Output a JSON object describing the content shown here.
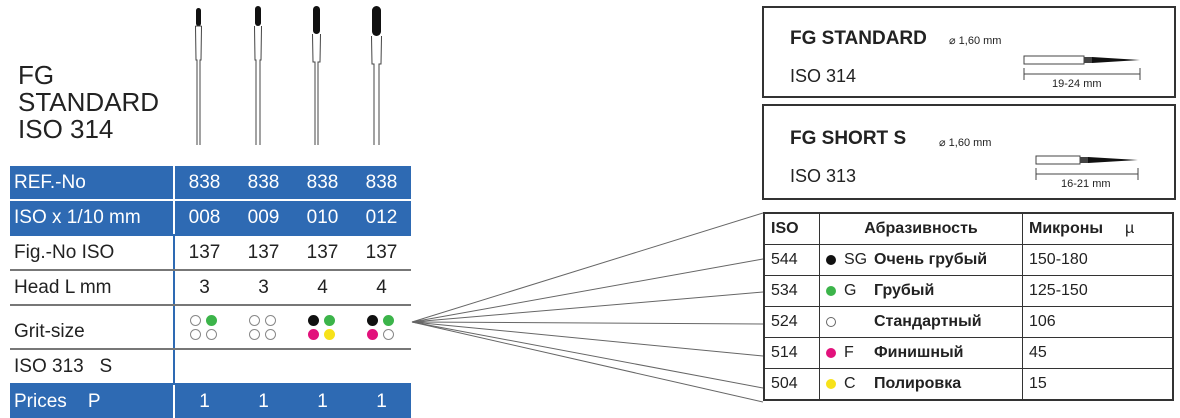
{
  "left": {
    "title_lines": [
      "FG",
      "STANDARD",
      "ISO 314"
    ],
    "rows": [
      {
        "label": "REF.-No",
        "values": [
          "838",
          "838",
          "838",
          "838"
        ]
      },
      {
        "label": "ISO x 1/10 mm",
        "values": [
          "008",
          "009",
          "010",
          "012"
        ]
      },
      {
        "label": "Fig.-No ISO",
        "values": [
          "137",
          "137",
          "137",
          "137"
        ]
      },
      {
        "label": "Head L mm",
        "values": [
          "3",
          "3",
          "4",
          "4"
        ]
      },
      {
        "label": "Grit-size"
      },
      {
        "label": "ISO 313   S"
      },
      {
        "label": "Prices    P",
        "values": [
          "1",
          "1",
          "1",
          "1"
        ]
      }
    ],
    "grit_dots": [
      [
        "empty",
        "green",
        "empty",
        "empty"
      ],
      [
        "empty",
        "empty",
        "empty",
        "empty"
      ],
      [
        "black",
        "green",
        "magenta",
        "yellow"
      ],
      [
        "black",
        "green",
        "magenta",
        "empty"
      ]
    ]
  },
  "boxes": [
    {
      "heading": "FG STANDARD",
      "diameter": "⌀ 1,60 mm",
      "iso": "ISO 314",
      "length": "19-24 mm"
    },
    {
      "heading": "FG SHORT S",
      "diameter": "⌀ 1,60 mm",
      "iso": "ISO 313",
      "length": "16-21 mm"
    }
  ],
  "grit_table": {
    "headers": [
      "ISO",
      "Абразивность",
      "Микроны",
      "µ"
    ],
    "rows": [
      {
        "iso": "544",
        "color": "black",
        "code": "SG",
        "name": "Очень грубый",
        "microns": "150-180"
      },
      {
        "iso": "534",
        "color": "green",
        "code": "G",
        "name": "Грубый",
        "microns": "125-150"
      },
      {
        "iso": "524",
        "color": "empty",
        "code": "",
        "name": "Стандартный",
        "microns": "106"
      },
      {
        "iso": "514",
        "color": "magenta",
        "code": "F",
        "name": "Финишный",
        "microns": "45"
      },
      {
        "iso": "504",
        "color": "yellow",
        "code": "C",
        "name": "Полировка",
        "microns": "15"
      }
    ]
  },
  "colors": {
    "blue": "#2e6ab3",
    "black": "#111111",
    "green": "#3cb44a",
    "magenta": "#e2127c",
    "yellow": "#f7e21a",
    "empty": "#ffffff"
  }
}
